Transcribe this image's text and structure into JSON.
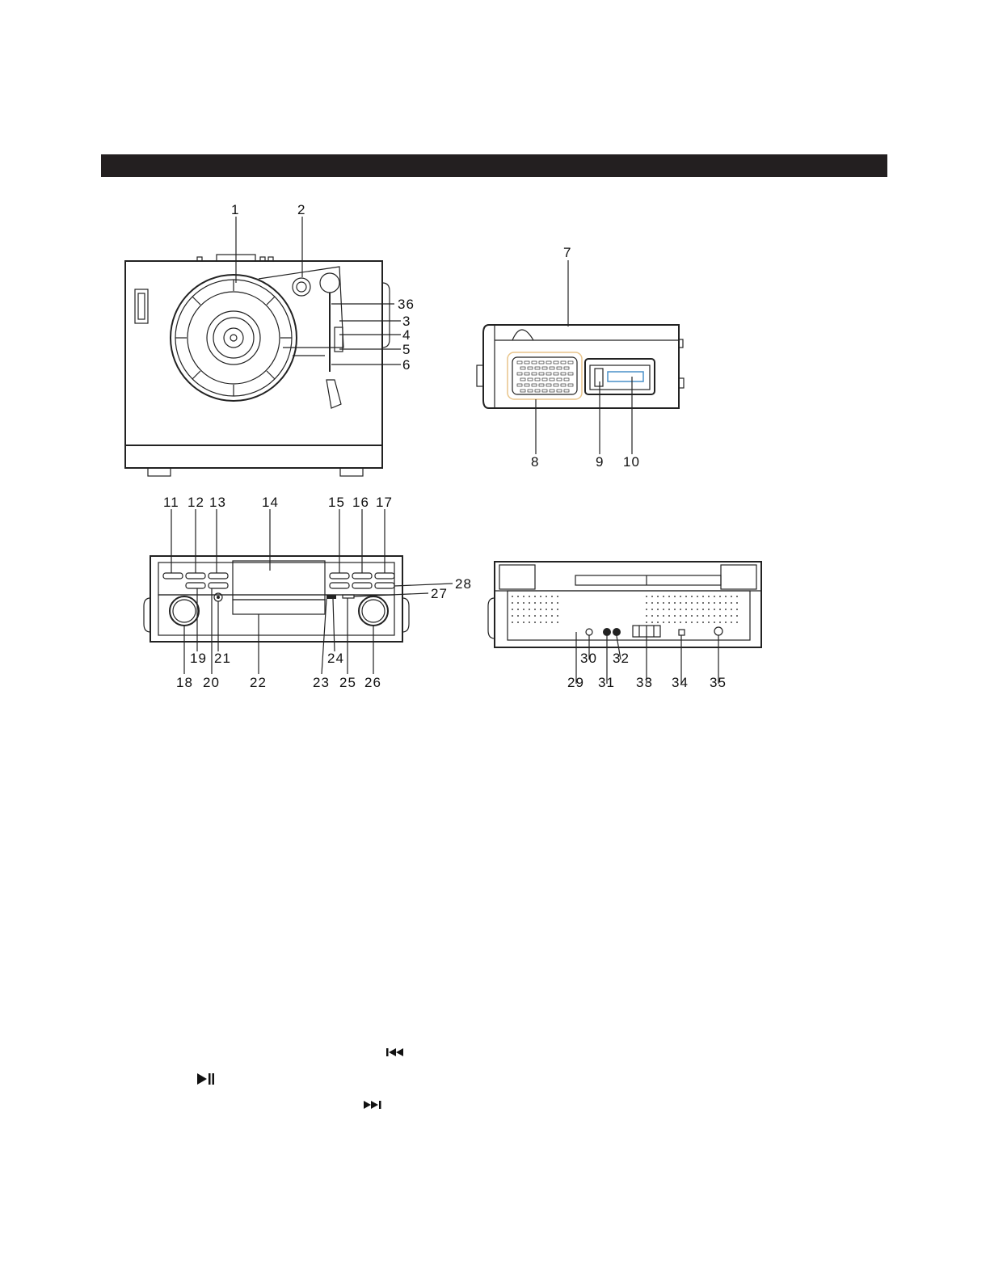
{
  "callouts": {
    "top_view": {
      "n1": "1",
      "n2": "2",
      "n3": "3",
      "n4": "4",
      "n5": "5",
      "n6": "6",
      "n36": "36"
    },
    "side_view": {
      "n7": "7",
      "n8": "8",
      "n9": "9",
      "n10": "10"
    },
    "front_view": {
      "n11": "11",
      "n12": "12",
      "n13": "13",
      "n14": "14",
      "n15": "15",
      "n16": "16",
      "n17": "17",
      "n18": "18",
      "n19": "19",
      "n20": "20",
      "n21": "21",
      "n22": "22",
      "n23": "23",
      "n24": "24",
      "n25": "25",
      "n26": "26",
      "n27": "27",
      "n28": "28"
    },
    "rear_view": {
      "n29": "29",
      "n30": "30",
      "n31": "31",
      "n32": "32",
      "n33": "33",
      "n34": "34",
      "n35": "35"
    }
  },
  "icons": {
    "prev": "skip-back-icon",
    "play_pause": "play-pause-icon",
    "next": "skip-forward-icon"
  },
  "colors": {
    "bar": "#231f20",
    "speaker_outline": "#e8c48a",
    "display_panel": "#4a90c8"
  }
}
